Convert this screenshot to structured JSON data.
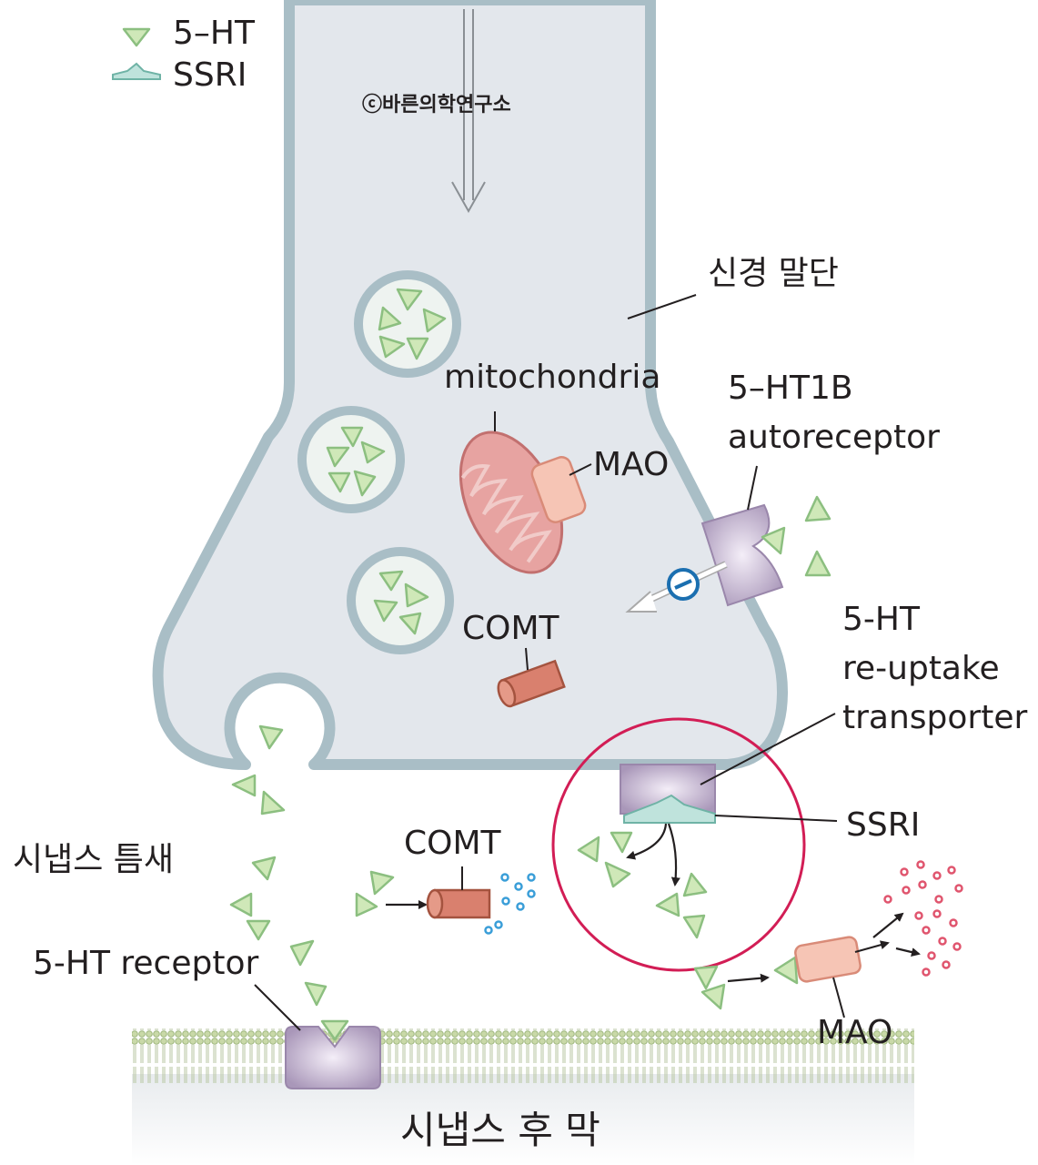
{
  "legend": {
    "serotonin_label": "5–HT",
    "ssri_label": "SSRI"
  },
  "copyright": "ⓒ바른의학연구소",
  "labels": {
    "nerve_terminal": "신경 말단",
    "mitochondria": "mitochondria",
    "mao_inside": "MAO",
    "autoreceptor_line1": "5–HT1B",
    "autoreceptor_line2": "autoreceptor",
    "comt_inside": "COMT",
    "transporter_line1": "5-HT",
    "transporter_line2": "re-uptake",
    "transporter_line3": "transporter",
    "ssri": "SSRI",
    "synaptic_cleft": "시냅스 틈새",
    "comt_cleft": "COMT",
    "receptor": "5-HT receptor",
    "mao_cleft": "MAO",
    "postsynaptic": "시냅스 후 막"
  },
  "colors": {
    "neuron_fill": "#e3e7ec",
    "neuron_stroke": "#a9bec6",
    "serotonin_fill": "#cfe8b8",
    "ssri_fill": "#bfe3dc",
    "receptor_fill": "#b9a9c6",
    "mitochondria_fill": "#e7a3a1",
    "mao_fill": "#f6c5b5",
    "comt_fill": "#d9806e",
    "highlight_circle": "#d21d55",
    "inhibition_blue": "#1b6fb0",
    "metabolite_red": "#e0556e",
    "metabolite_blue": "#3a9ed8"
  }
}
